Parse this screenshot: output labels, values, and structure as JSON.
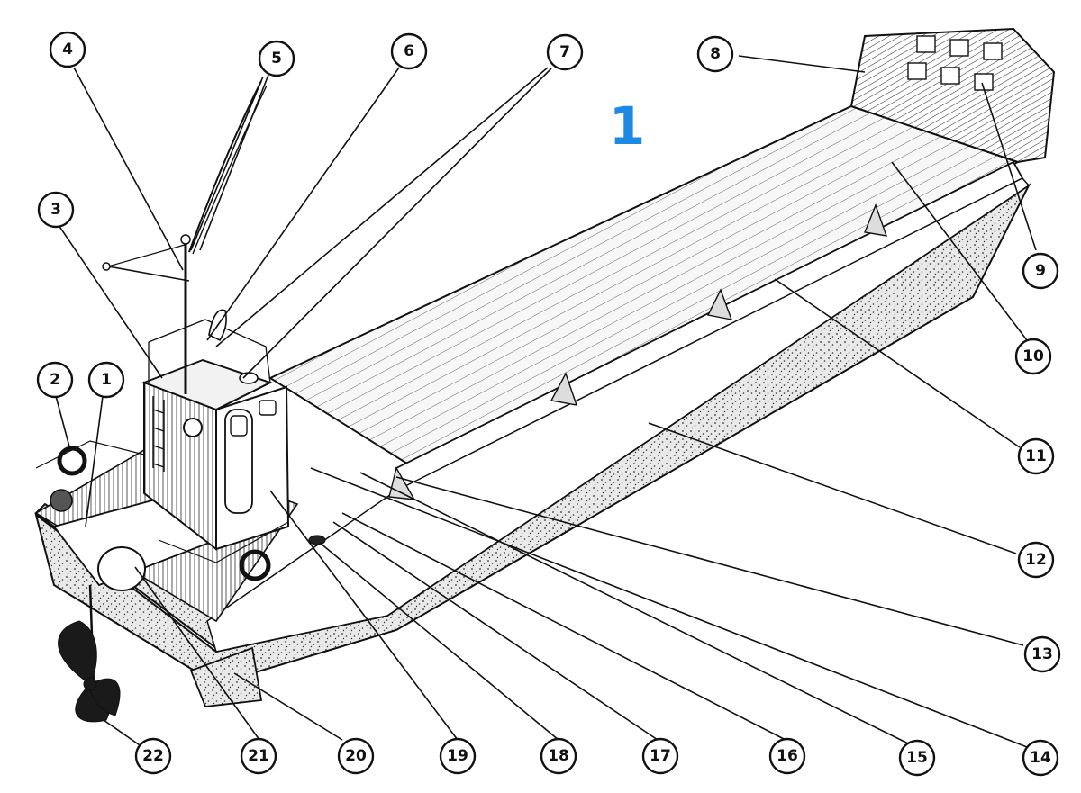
{
  "figure": {
    "number": "1",
    "number_color": "#1e88e5"
  },
  "colors": {
    "ink": "#111111",
    "paper": "#ffffff",
    "hull_shade": "#d9d9d9",
    "deck": "#f4f4f4",
    "propeller": "#1a1a1a"
  },
  "callouts": [
    {
      "id": "c1",
      "label": "1"
    },
    {
      "id": "c2",
      "label": "2"
    },
    {
      "id": "c3",
      "label": "3"
    },
    {
      "id": "c4",
      "label": "4"
    },
    {
      "id": "c5",
      "label": "5"
    },
    {
      "id": "c6",
      "label": "6"
    },
    {
      "id": "c7",
      "label": "7"
    },
    {
      "id": "c8",
      "label": "8"
    },
    {
      "id": "c9",
      "label": "9"
    },
    {
      "id": "c10",
      "label": "10"
    },
    {
      "id": "c11",
      "label": "11"
    },
    {
      "id": "c12",
      "label": "12"
    },
    {
      "id": "c13",
      "label": "13"
    },
    {
      "id": "c14",
      "label": "14"
    },
    {
      "id": "c15",
      "label": "15"
    },
    {
      "id": "c16",
      "label": "16"
    },
    {
      "id": "c17",
      "label": "17"
    },
    {
      "id": "c18",
      "label": "18"
    },
    {
      "id": "c19",
      "label": "19"
    },
    {
      "id": "c20",
      "label": "20"
    },
    {
      "id": "c21",
      "label": "21"
    },
    {
      "id": "c22",
      "label": "22"
    }
  ]
}
